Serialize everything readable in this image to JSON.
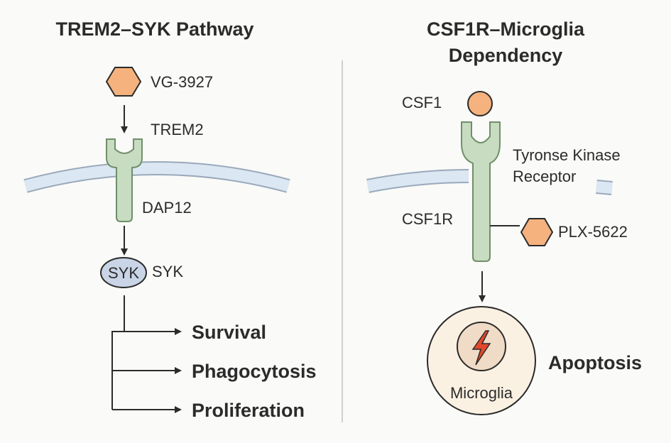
{
  "left_panel": {
    "title": "TREM2–SYK Pathway",
    "drug_label": "VG-3927",
    "receptor_label": "TREM2",
    "adapter_label": "DAP12",
    "kinase_node_text": "SYK",
    "kinase_label": "SYK",
    "outcomes": [
      "Survival",
      "Phagocytosis",
      "Proliferation"
    ]
  },
  "right_panel": {
    "title_line1": "CSF1R–Microglia",
    "title_line2": "Dependency",
    "ligand_label": "CSF1",
    "receptor_desc_line1": "Tyronse Kinase",
    "receptor_desc_line2": "Receptor",
    "receptor_label": "CSF1R",
    "inhibitor_label": "PLX-5622",
    "cell_label": "Microglia",
    "outcome_label": "Apoptosis"
  },
  "colors": {
    "drug_orange": "#f5b27e",
    "receptor_green": "#c8dcc1",
    "membrane_blue": "#dbe7f2",
    "syk_node": "#c9d4e6",
    "cell_fill": "#fbf1e2",
    "bolt_red": "#e4482c"
  },
  "icons": [
    "hexagon-drug-icon",
    "lightning-bolt-icon"
  ]
}
